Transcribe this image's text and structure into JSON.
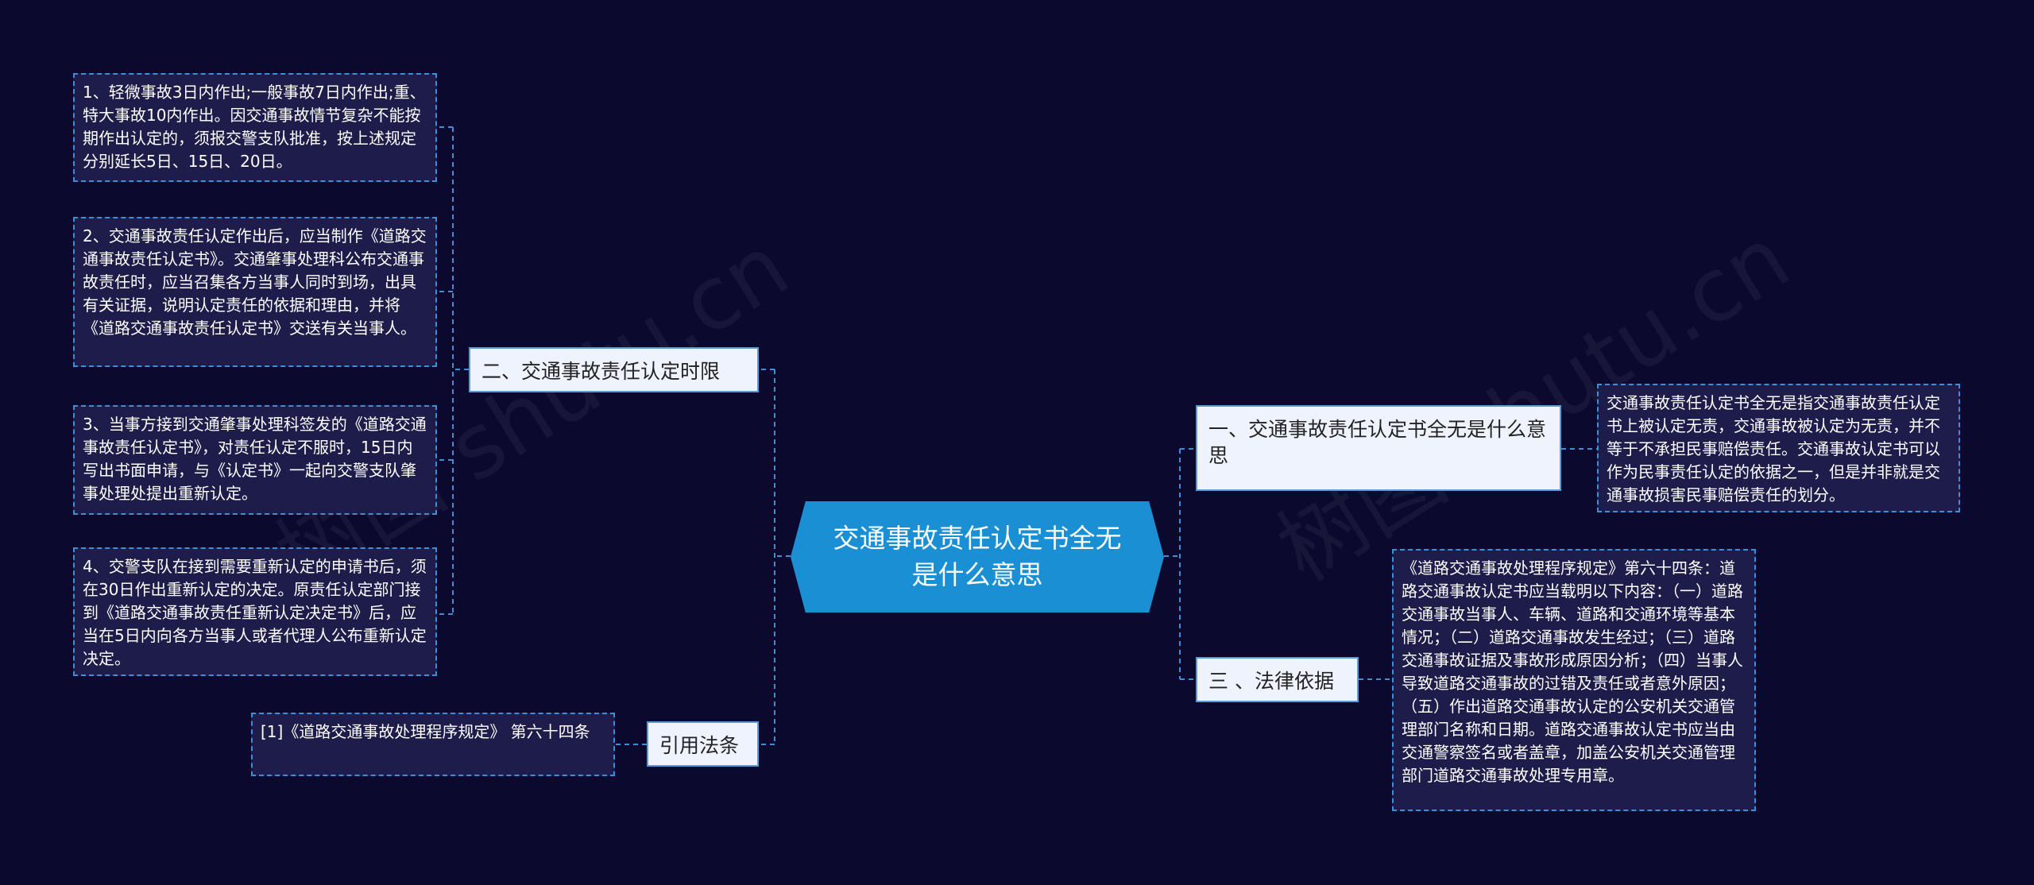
{
  "watermark": "树图 shutu.cn",
  "root": {
    "label": "交通事故责任认定书全无是什么意思"
  },
  "branches": {
    "b1": {
      "label": "一、交通事故责任认定书全无是什么意思"
    },
    "b2": {
      "label": "二、交通事故责任认定时限"
    },
    "b3": {
      "label": "三 、法律依据"
    },
    "b4": {
      "label": "引用法条"
    }
  },
  "leaves": {
    "b1_1": "交通事故责任认定书全无是指交通事故责任认定书上被认定无责，交通事故被认定为无责，并不等于不承担民事赔偿责任。交通事故认定书可以作为民事责任认定的依据之一，但是并非就是交通事故损害民事赔偿责任的划分。",
    "b2_1": "1、轻微事故3日内作出;一般事故7日内作出;重、特大事故10内作出。因交通事故情节复杂不能按期作出认定的，须报交警支队批准，按上述规定分别延长5日、15日、20日。",
    "b2_2": "2、交通事故责任认定作出后，应当制作《道路交通事故责任认定书》。交通肇事处理科公布交通事故责任时，应当召集各方当事人同时到场，出具有关证据，说明认定责任的依据和理由，并将《道路交通事故责任认定书》交送有关当事人。",
    "b2_3": "3、当事方接到交通肇事处理科签发的《道路交通事故责任认定书》，对责任认定不服时，15日内写出书面申请，与《认定书》一起向交警支队肇事处理处提出重新认定。",
    "b2_4": "4、交警支队在接到需要重新认定的申请书后，须在30日作出重新认定的决定。原责任认定部门接到《道路交通事故责任重新认定决定书》后，应当在5日内向各方当事人或者代理人公布重新认定决定。",
    "b3_1": "《道路交通事故处理程序规定》第六十四条：道路交通事故认定书应当载明以下内容：（一）道路交通事故当事人、车辆、道路和交通环境等基本情况；（二）道路交通事故发生经过；（三）道路交通事故证据及事故形成原因分析；（四）当事人导致道路交通事故的过错及责任或者意外原因；（五）作出道路交通事故认定的公安机关交通管理部门名称和日期。道路交通事故认定书应当由交通警察签名或者盖章，加盖公安机关交通管理部门道路交通事故处理专用章。",
    "b4_1": "[1]《道路交通事故处理程序规定》 第六十四条"
  },
  "colors": {
    "background": "#0b0a2e",
    "root": "#1b8fd3",
    "connector": "#3e8fd8"
  }
}
